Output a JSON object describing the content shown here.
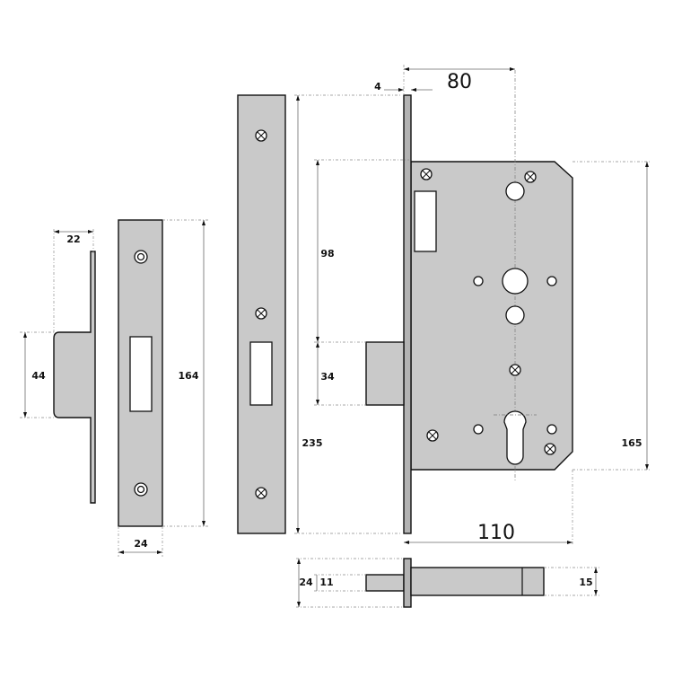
{
  "dimensions": {
    "strike_offset": "22",
    "strike_height": "44",
    "keeper_width": "24",
    "keeper_height": "164",
    "total_height": "235",
    "backset": "80",
    "faceplate_thickness": "4",
    "latch_to_center": "98",
    "latch_height": "34",
    "case_height": "165",
    "case_depth": "110",
    "bolt_height": "24",
    "bolt_inner": "11",
    "bolt_throw": "15"
  },
  "colors": {
    "metal": "#c9c9c9",
    "metal_dark": "#b3b3b3",
    "outline": "#111111",
    "dimension_line": "#6a6a6a"
  }
}
